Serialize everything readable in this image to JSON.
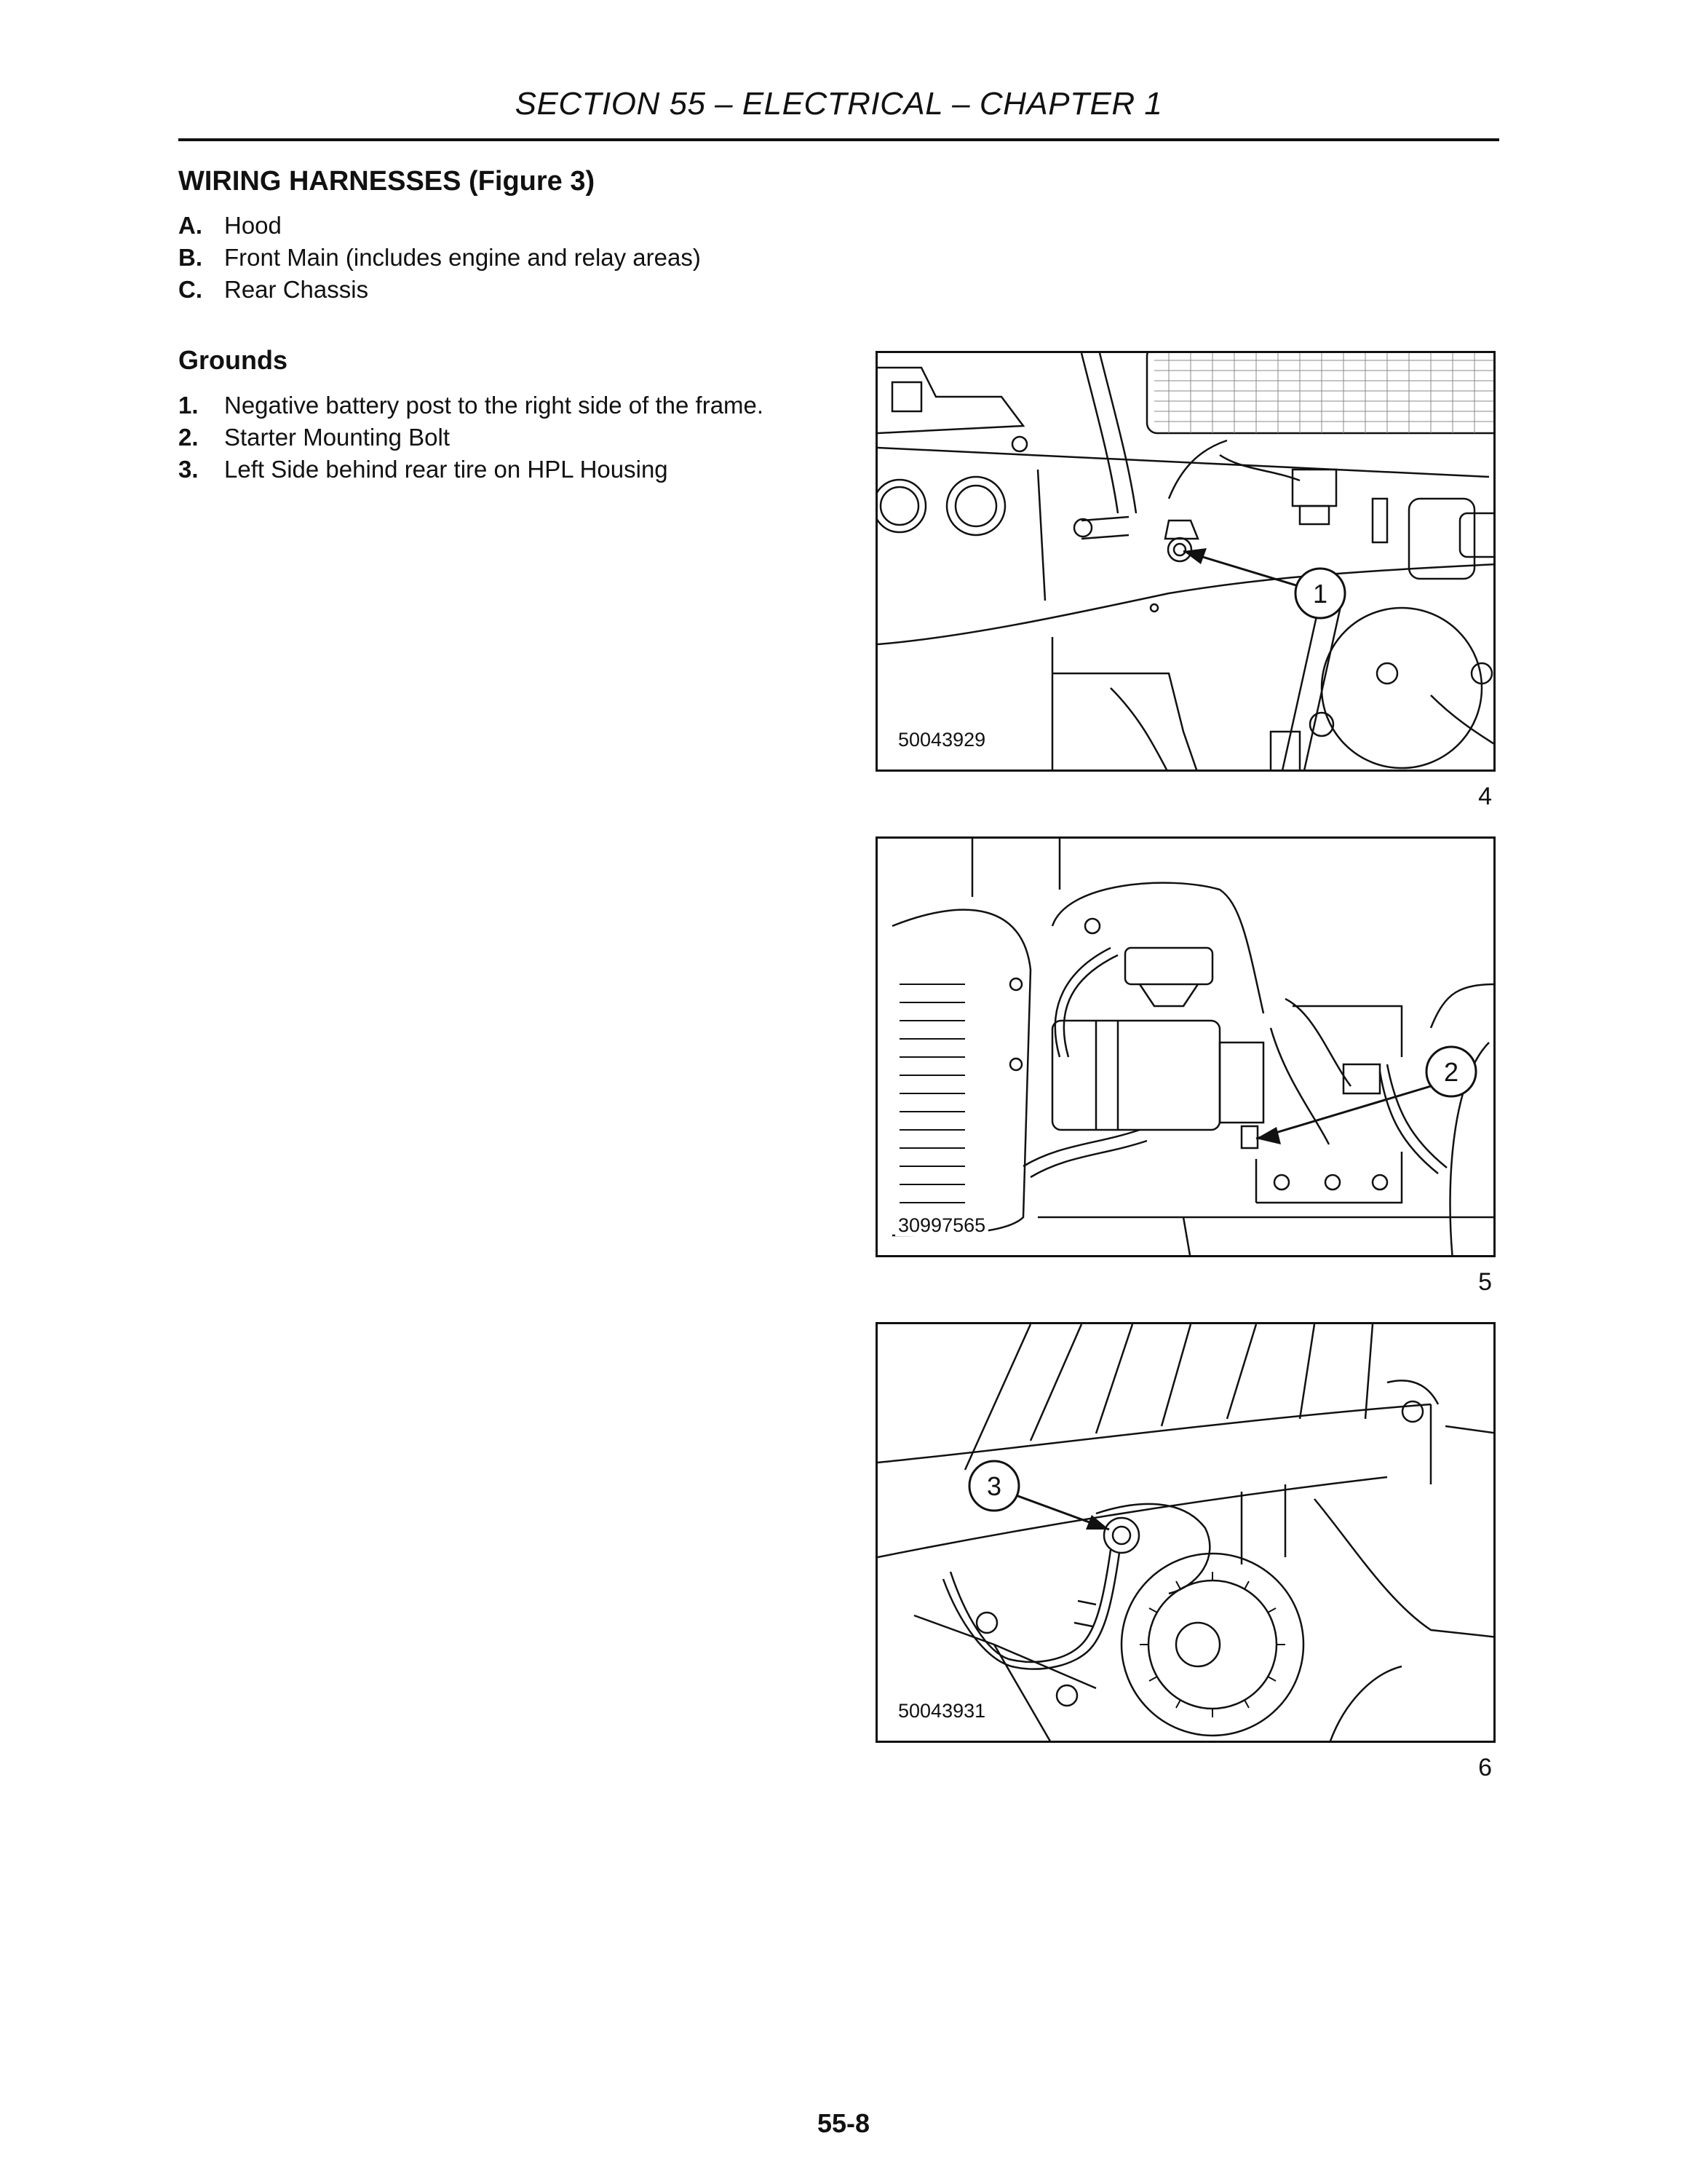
{
  "header": {
    "title": "SECTION 55 – ELECTRICAL – CHAPTER 1"
  },
  "harnesses": {
    "heading": "WIRING HARNESSES (Figure 3)",
    "items": [
      {
        "label": "A.",
        "text": "Hood"
      },
      {
        "label": "B.",
        "text": "Front Main (includes engine and relay areas)"
      },
      {
        "label": "C.",
        "text": "Rear Chassis"
      }
    ]
  },
  "grounds": {
    "heading": "Grounds",
    "items": [
      {
        "label": "1.",
        "text": "Negative battery post to the right side of the frame."
      },
      {
        "label": "2.",
        "text": "Starter Mounting Bolt"
      },
      {
        "label": "3.",
        "text": "Left Side behind rear tire on HPL Housing"
      }
    ]
  },
  "figures": [
    {
      "code": "50043929",
      "callout": "1",
      "number": "4"
    },
    {
      "code": "30997565",
      "callout": "2",
      "number": "5"
    },
    {
      "code": "50043931",
      "callout": "3",
      "number": "6"
    }
  ],
  "page": {
    "number": "55-8"
  }
}
